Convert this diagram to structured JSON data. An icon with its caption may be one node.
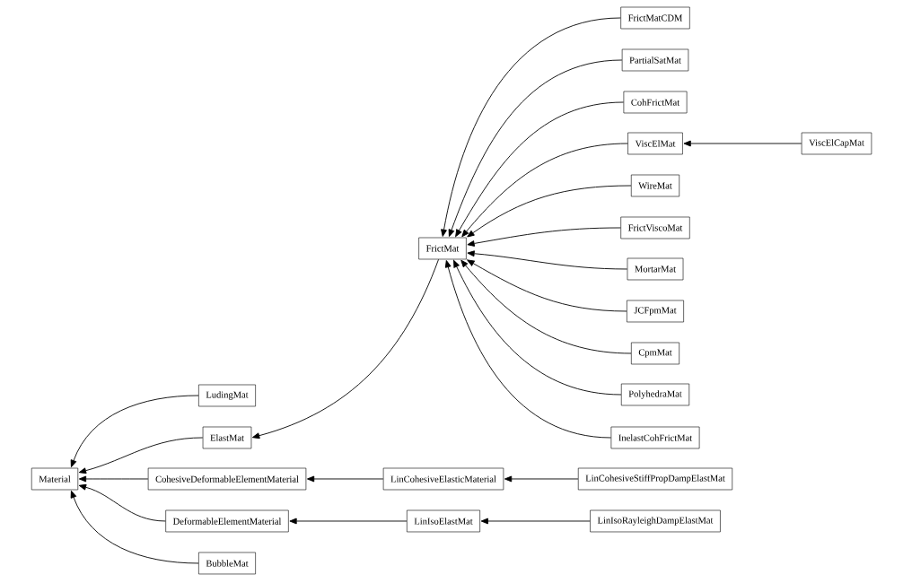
{
  "diagram": {
    "nodes": [
      {
        "text": [
          "Material"
        ]
      },
      {
        "text": [
          "LudingMat"
        ]
      },
      {
        "text": [
          "ElastMat"
        ]
      },
      {
        "text": [
          "CohesiveDeformableElementMaterial"
        ]
      },
      {
        "text": [
          "DeformableElementMaterial"
        ]
      },
      {
        "text": [
          "BubbleMat"
        ]
      },
      {
        "text": [
          "FrictMat"
        ]
      },
      {
        "text": [
          "LinCohesiveElasticMaterial"
        ]
      },
      {
        "text": [
          "LinIsoElastMat"
        ]
      },
      {
        "text": [
          "FrictMatCDM"
        ]
      },
      {
        "text": [
          "PartialSatMat"
        ]
      },
      {
        "text": [
          "CohFrictMat"
        ]
      },
      {
        "text": [
          "ViscElMat"
        ]
      },
      {
        "text": [
          "WireMat"
        ]
      },
      {
        "text": [
          "FrictViscoMat"
        ]
      },
      {
        "text": [
          "MortarMat"
        ]
      },
      {
        "text": [
          "JCFpmMat"
        ]
      },
      {
        "text": [
          "CpmMat"
        ]
      },
      {
        "text": [
          "PolyhedraMat"
        ]
      },
      {
        "text": [
          "InelastCohFrictMat"
        ]
      },
      {
        "text": [
          "LinCohesiveStiffPropDampElastMat"
        ]
      },
      {
        "text": [
          "LinIsoRayleighDampElastMat"
        ]
      },
      {
        "text": [
          "ViscElCapMat"
        ]
      }
    ],
    "edges": [
      {
        "from": 1,
        "to": 0,
        "arrow": "to"
      },
      {
        "from": 2,
        "to": 0,
        "arrow": "to"
      },
      {
        "from": 3,
        "to": 0,
        "arrow": "to"
      },
      {
        "from": 4,
        "to": 0,
        "arrow": "to"
      },
      {
        "from": 5,
        "to": 0,
        "arrow": "to"
      },
      {
        "from": 6,
        "to": 2,
        "arrow": "to"
      },
      {
        "from": 7,
        "to": 3,
        "arrow": "to"
      },
      {
        "from": 8,
        "to": 4,
        "arrow": "to"
      },
      {
        "from": 9,
        "to": 6,
        "arrow": "to"
      },
      {
        "from": 10,
        "to": 6,
        "arrow": "to"
      },
      {
        "from": 11,
        "to": 6,
        "arrow": "to"
      },
      {
        "from": 12,
        "to": 6,
        "arrow": "to"
      },
      {
        "from": 13,
        "to": 6,
        "arrow": "to"
      },
      {
        "from": 14,
        "to": 6,
        "arrow": "to"
      },
      {
        "from": 15,
        "to": 6,
        "arrow": "to"
      },
      {
        "from": 16,
        "to": 6,
        "arrow": "to"
      },
      {
        "from": 17,
        "to": 6,
        "arrow": "to"
      },
      {
        "from": 18,
        "to": 6,
        "arrow": "to"
      },
      {
        "from": 19,
        "to": 6,
        "arrow": "to"
      },
      {
        "from": 20,
        "to": 7,
        "arrow": "to"
      },
      {
        "from": 21,
        "to": 8,
        "arrow": "to"
      },
      {
        "from": 22,
        "to": 12,
        "arrow": "to"
      }
    ]
  }
}
